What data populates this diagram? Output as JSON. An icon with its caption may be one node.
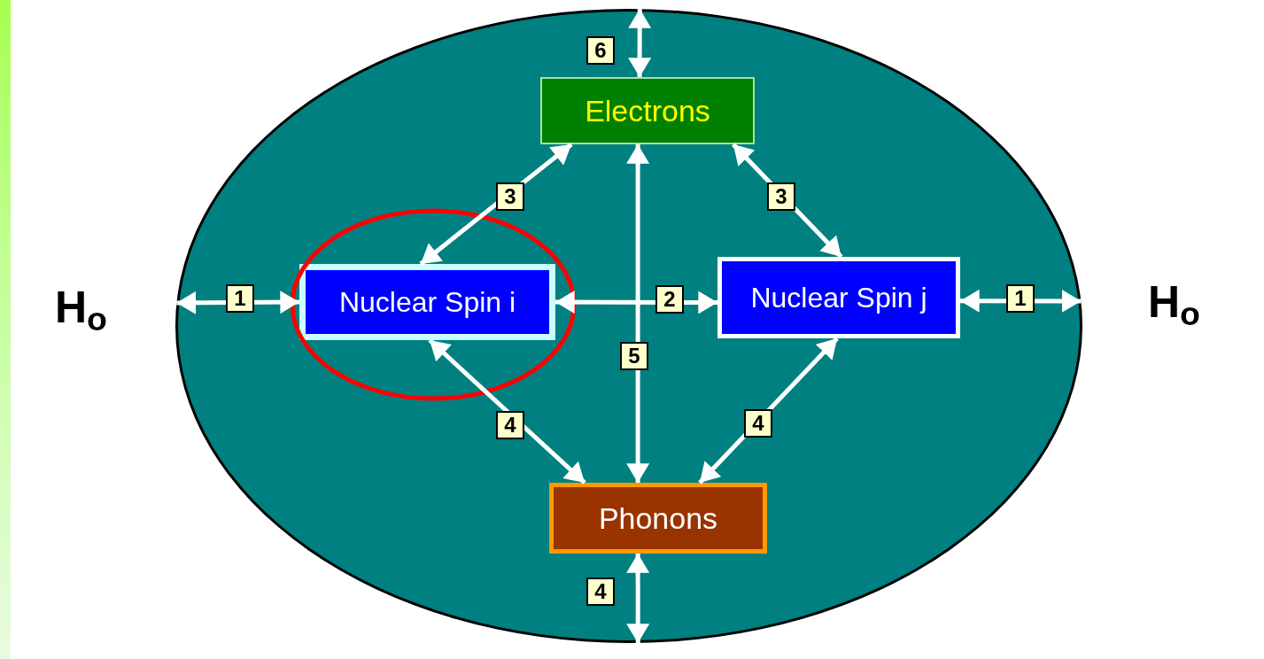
{
  "diagram": {
    "nodes": [
      {
        "text": [],
        "shape": "ellipse"
      },
      {
        "text": [
          "Electrons"
        ],
        "in": 0
      },
      {
        "text": [
          "Nuclear Spin i"
        ],
        "in": 0
      },
      {
        "text": [
          "Nuclear Spin j"
        ],
        "in": 0
      },
      {
        "text": [
          "Phonons"
        ],
        "in": 0
      }
    ],
    "edges": [
      {
        "from": 0,
        "to": 2,
        "arrow": "both",
        "label": "1"
      },
      {
        "from": 3,
        "to": 0,
        "arrow": "both",
        "label": "1"
      },
      {
        "from": 2,
        "to": 3,
        "arrow": "both",
        "label": "2"
      },
      {
        "from": 1,
        "to": 2,
        "arrow": "both",
        "label": "3"
      },
      {
        "from": 1,
        "to": 3,
        "arrow": "both",
        "label": "3"
      },
      {
        "from": 1,
        "to": 4,
        "arrow": "both",
        "label": "5"
      },
      {
        "from": 2,
        "to": 4,
        "arrow": "both",
        "label": "4"
      },
      {
        "from": 3,
        "to": 4,
        "arrow": "both",
        "label": "4"
      },
      {
        "from": 1,
        "to": 0,
        "arrow": "both",
        "label": "6"
      },
      {
        "from": 4,
        "to": 0,
        "arrow": "both",
        "label": "4"
      }
    ],
    "labels": [
      "H$_{o}$",
      "H$_{o}$"
    ]
  }
}
